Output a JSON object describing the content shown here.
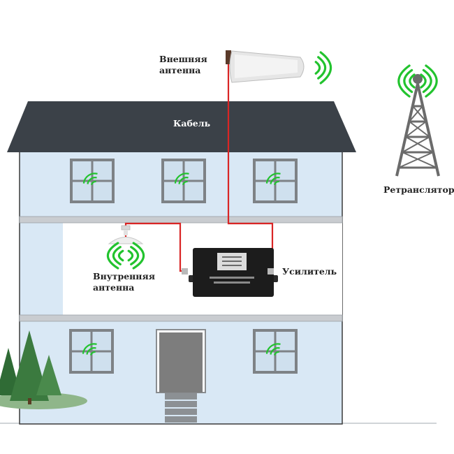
{
  "labels": {
    "outdoor_antenna": [
      "Внешняя",
      "антенна"
    ],
    "cable": "Кабель",
    "repeater_tower": "Ретранслятор",
    "indoor_antenna": [
      "Внутренняя",
      "антенна"
    ],
    "amplifier": "Усилитель"
  },
  "colors": {
    "roof": "#3b4148",
    "wall": "#d9e8f5",
    "wall_outline": "#3a3a3a",
    "floor_band": "#c9ccd0",
    "cable": "#d92525",
    "signal": "#22c32e",
    "window_frame": "#7e8286",
    "window_glass": "#cfe0ee",
    "door": "#7d7d7d",
    "tree": "#3b7a3f",
    "grass": "#8fb68a",
    "amplifier_body": "#1c1c1c",
    "tower": "#6b6b6b"
  },
  "icons": {
    "outdoor_antenna": "panel-antenna-icon",
    "indoor_antenna": "ceiling-antenna-icon",
    "repeater_tower": "cell-tower-icon",
    "amplifier": "signal-amplifier-icon",
    "window_signal": "wifi-signal-icon"
  }
}
